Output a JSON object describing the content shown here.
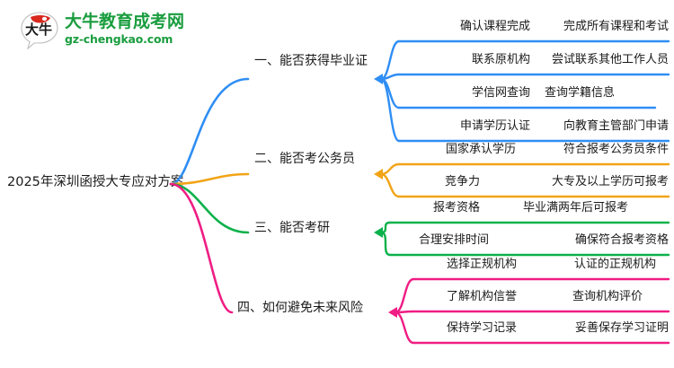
{
  "logo": {
    "mark_label": "大牛",
    "name_cn": "大牛教育成考网",
    "name_en": "gz-chengkao.com",
    "brand_color": "#1a9d3f",
    "mark_accent": "#d9281e"
  },
  "mindmap": {
    "root": "2025年深圳函授大专应对方案",
    "branches": [
      {
        "label": "一、能否获得毕业证",
        "color": "#2f8ef4",
        "leaves": [
          {
            "key": "确认课程完成",
            "value": "完成所有课程和考试"
          },
          {
            "key": "联系原机构",
            "value": "尝试联系其他工作人员"
          },
          {
            "key": "学信网查询",
            "value": "查询学籍信息"
          },
          {
            "key": "申请学历认证",
            "value": "向教育主管部门申请"
          }
        ]
      },
      {
        "label": "二、能否考公务员",
        "color": "#f2a417",
        "leaves": [
          {
            "key": "国家承认学历",
            "value": "符合报考公务员条件"
          },
          {
            "key": "竞争力",
            "value": "大专及以上学历可报考"
          }
        ]
      },
      {
        "label": "三、能否考研",
        "color": "#0bb14a",
        "leaves": [
          {
            "key": "报考资格",
            "value": "毕业满两年后可报考"
          },
          {
            "key": "合理安排时间",
            "value": "确保符合报考资格"
          }
        ]
      },
      {
        "label": "四、如何避免未来风险",
        "color": "#ef1d84",
        "leaves": [
          {
            "key": "选择正规机构",
            "value": "认证的正规机构"
          },
          {
            "key": "了解机构信誉",
            "value": "查询机构评价"
          },
          {
            "key": "保持学习记录",
            "value": "妥善保存学习证明"
          }
        ]
      }
    ]
  }
}
